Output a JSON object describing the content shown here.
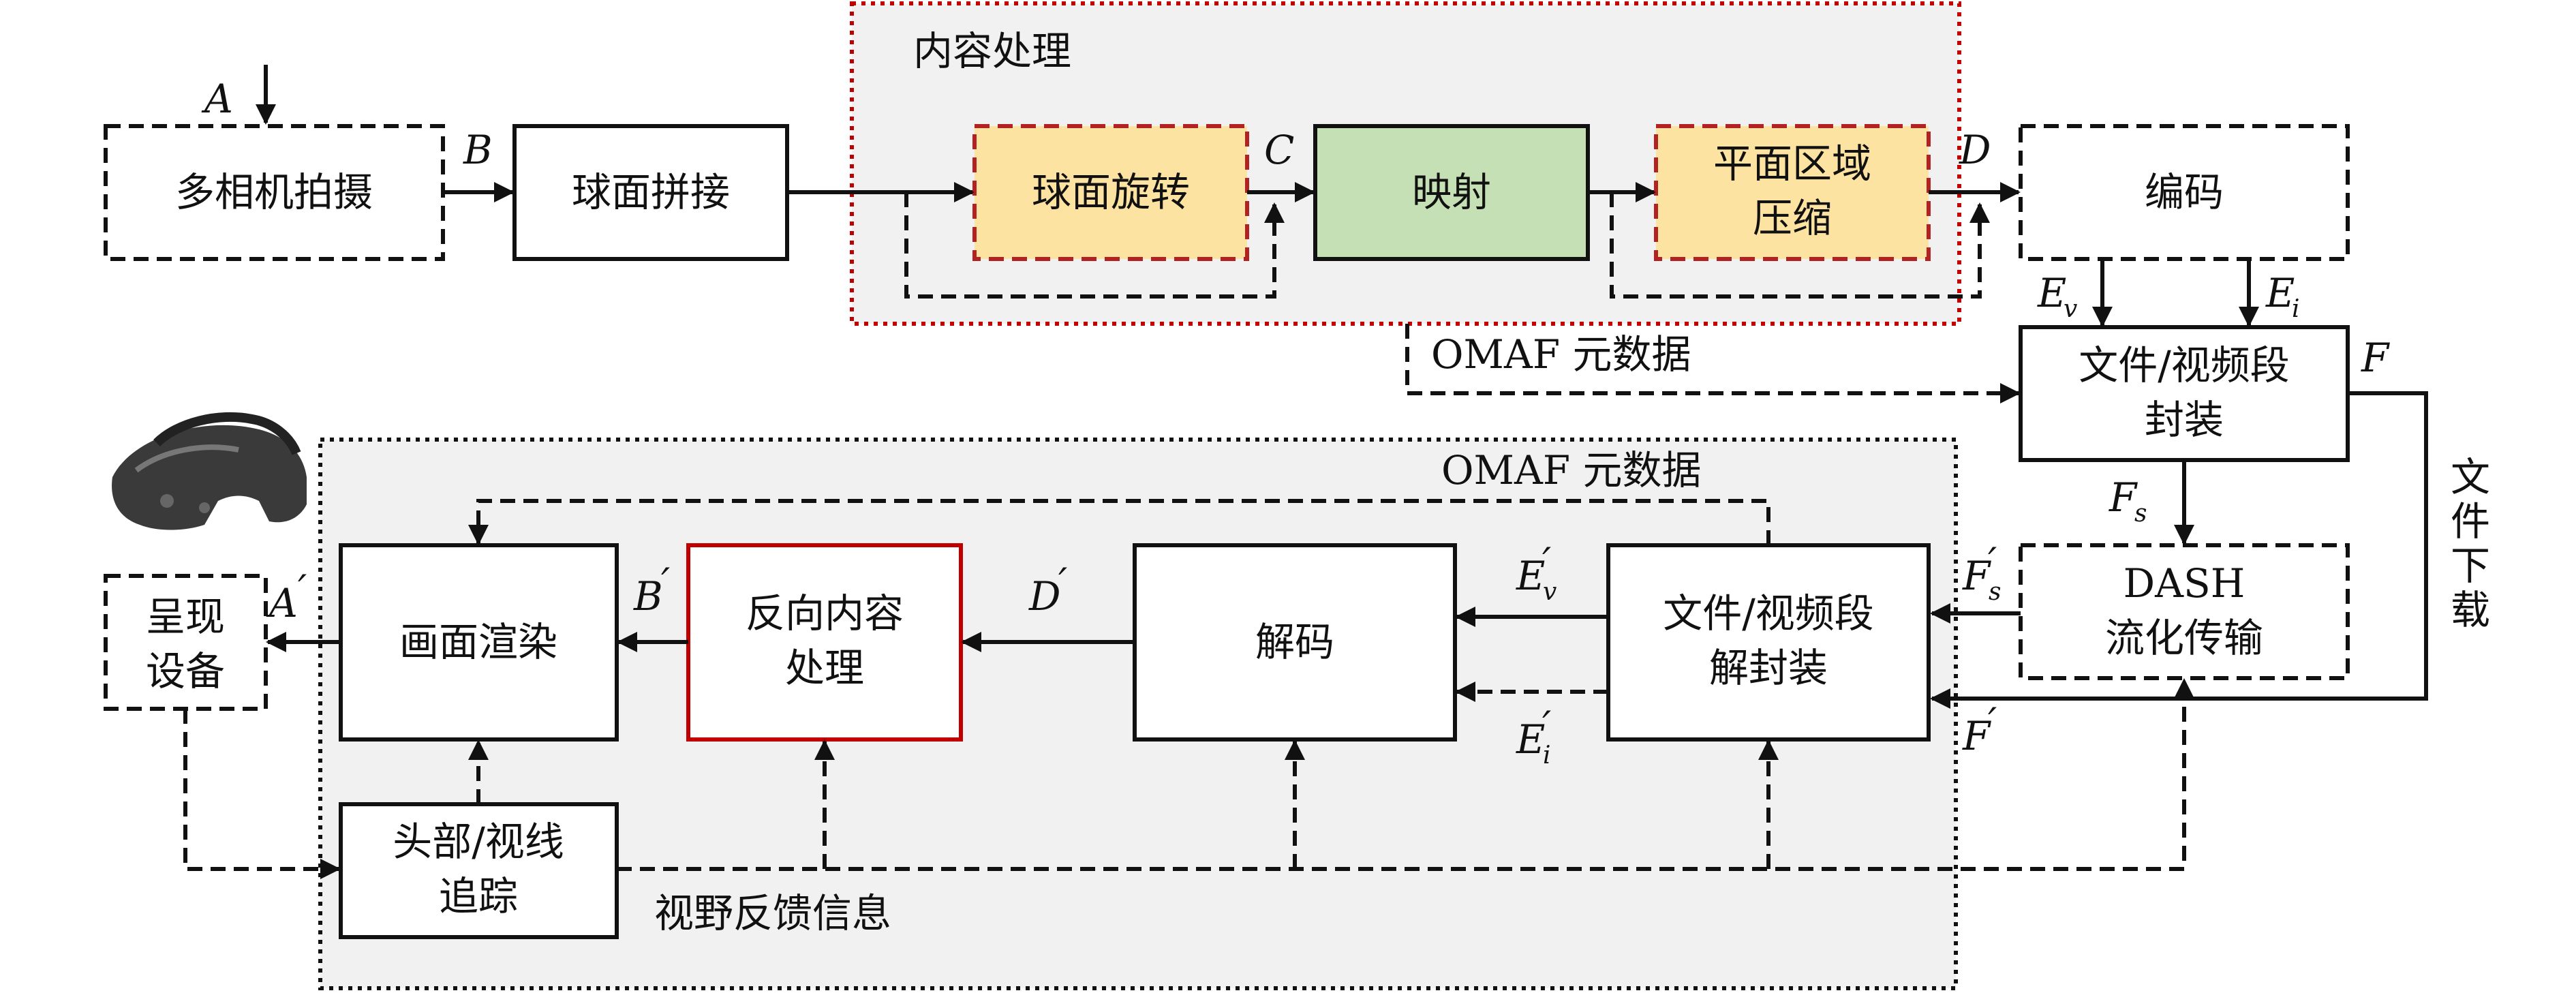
{
  "regions": {
    "content_processing": "内容处理",
    "omaf_metadata_bottom": "OMAF 元数据"
  },
  "blocks": {
    "multi_camera": "多相机拍摄",
    "sphere_stitch": "球面拼接",
    "sphere_rotation": "球面旋转",
    "mapping": "映射",
    "region_compress_1": "平面区域",
    "region_compress_2": "压缩",
    "encoding": "编码",
    "file_encap_1": "文件/视频段",
    "file_encap_2": "封装",
    "dash_1": "DASH",
    "dash_2": "流化传输",
    "file_decap_1": "文件/视频段",
    "file_decap_2": "解封装",
    "decoding": "解码",
    "inverse_content_1": "反向内容",
    "inverse_content_2": "处理",
    "rendering": "画面渲染",
    "display_1": "呈现",
    "display_2": "设备",
    "head_tracking_1": "头部/视线",
    "head_tracking_2": "追踪"
  },
  "labels": {
    "A": "A",
    "B": "B",
    "C": "C",
    "D": "D",
    "E": "E",
    "v": "v",
    "i": "i",
    "F": "F",
    "s": "s",
    "prime": "′",
    "omaf_metadata_top": "OMAF 元数据",
    "file_download": [
      "文",
      "件",
      "下",
      "载"
    ],
    "viewport_feedback": "视野反馈信息"
  },
  "colors": {
    "region_fill": "#f1f1f1",
    "region_border_red": "#c00000",
    "orange_fill": "#fde3a2",
    "orange_border": "#b22222",
    "green_fill": "#c5e0b4",
    "inverse_border": "#c00000"
  },
  "icons": {
    "headset": "vr-headset-icon"
  }
}
